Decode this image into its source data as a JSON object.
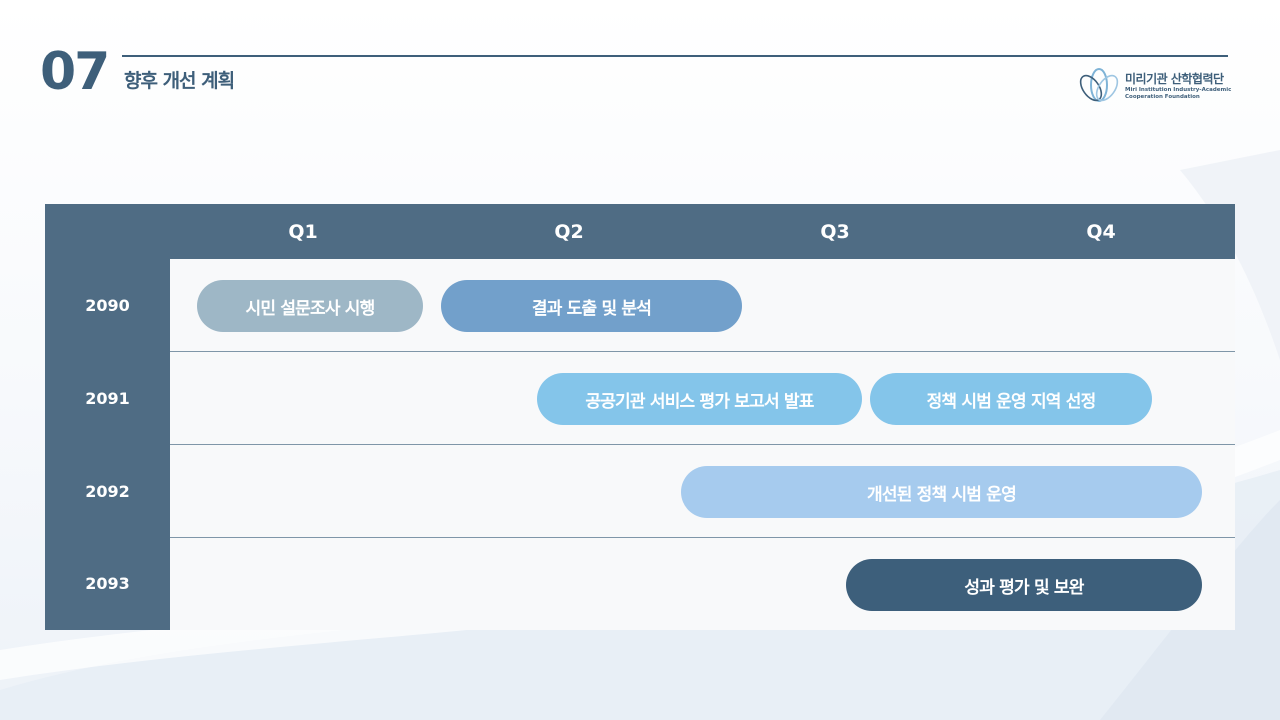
{
  "header": {
    "section_number": "07",
    "title": "향후 개선 계획"
  },
  "logo": {
    "name": "미리기관 산학협력단",
    "sub_line1": "Miri Institution Industry-Academic",
    "sub_line2": "Cooperation Foundation"
  },
  "colors": {
    "primary": "#3e5f7a",
    "table_header": "#4f6c84",
    "bar_gray": "#9eb7c6",
    "bar_steel": "#72a0cb",
    "bar_sky": "#84c5ea",
    "bar_light": "#a6cbee",
    "bar_dark": "#3d5f7b"
  },
  "timeline": {
    "quarters": [
      "Q1",
      "Q2",
      "Q3",
      "Q4"
    ],
    "years": [
      "2090",
      "2091",
      "2092",
      "2093"
    ],
    "tasks": [
      {
        "label": "시민 설문조사 시행",
        "year": "2090",
        "start_quarter": 1.1,
        "end_quarter": 1.95,
        "color": "bar_gray"
      },
      {
        "label": "결과 도출 및 분석",
        "year": "2090",
        "start_quarter": 2.02,
        "end_quarter": 3.15,
        "color": "bar_steel"
      },
      {
        "label": "공공기관 서비스 평가 보고서 발표",
        "year": "2091",
        "start_quarter": 2.38,
        "end_quarter": 3.6,
        "color": "bar_sky"
      },
      {
        "label": "정책 시범 운영 지역 선정",
        "year": "2091",
        "start_quarter": 3.63,
        "end_quarter": 4.69,
        "color": "bar_sky"
      },
      {
        "label": "개선된 정책 시범 운영",
        "year": "2092",
        "start_quarter": 2.92,
        "end_quarter": 4.88,
        "color": "bar_light"
      },
      {
        "label": "성과 평가 및 보완",
        "year": "2093",
        "start_quarter": 3.54,
        "end_quarter": 4.88,
        "color": "bar_dark"
      }
    ]
  }
}
